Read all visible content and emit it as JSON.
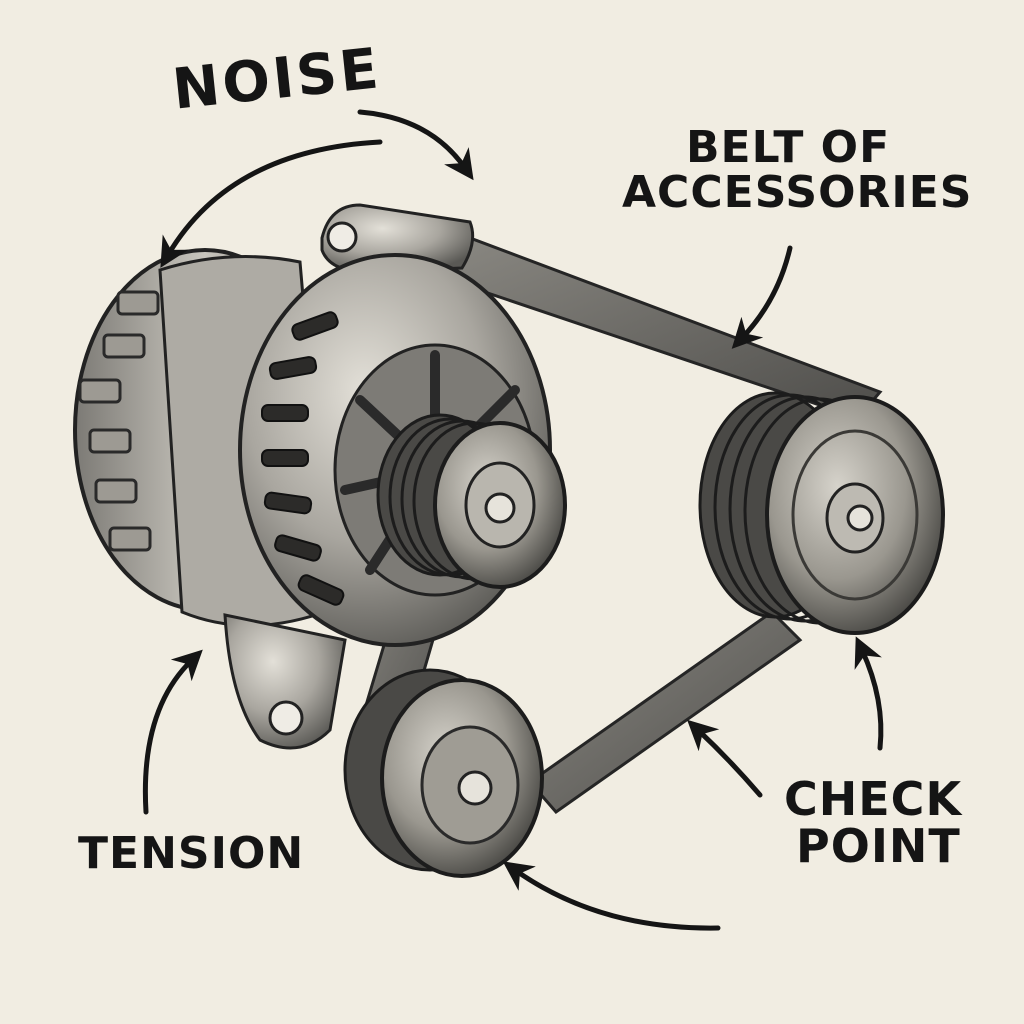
{
  "labels": {
    "noise": "NOISE",
    "belt_line1": "BELT OF",
    "belt_line2": "ACCESSORIES",
    "tension": "TENSION",
    "check_line1": "CHECK",
    "check_line2": "POINT"
  },
  "components": [
    "alternator",
    "alternator-pulley",
    "accessory-pulley",
    "tensioner-pulley",
    "serpentine-belt"
  ],
  "colors": {
    "paper": "#f1ede2",
    "ink": "#151515",
    "metal_light": "#bdbab2",
    "metal_mid": "#8d8a84",
    "metal_dark": "#3c3b39",
    "belt": "#6f6d69"
  }
}
